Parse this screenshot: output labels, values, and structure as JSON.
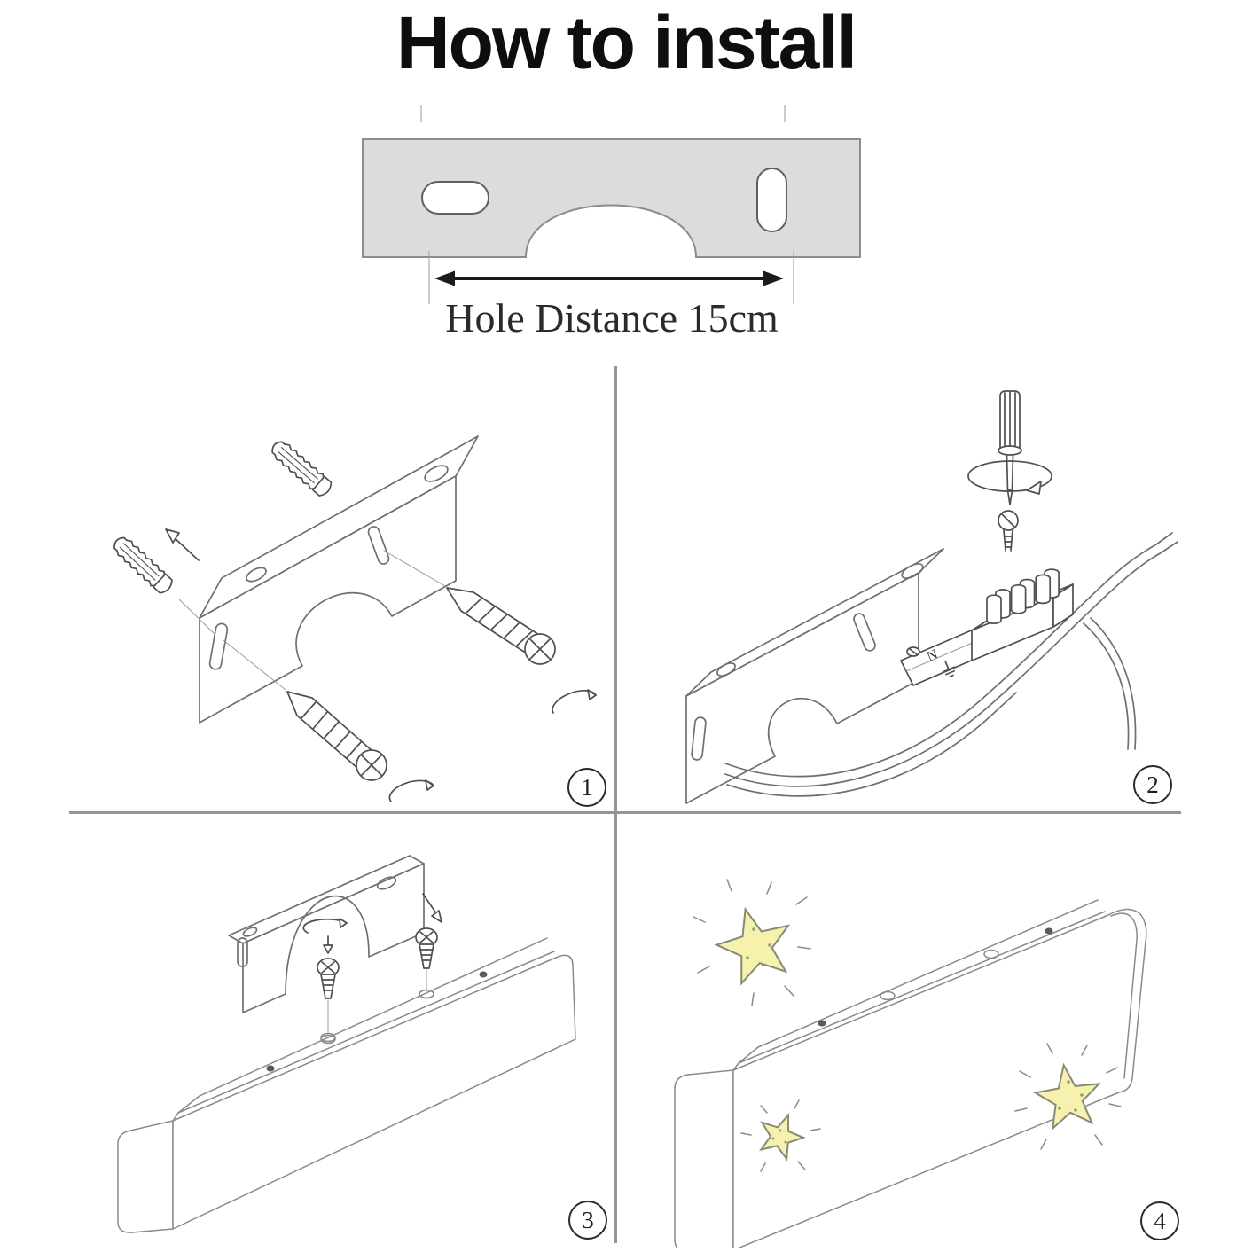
{
  "title": "How to install",
  "diagram": {
    "hole_distance_label": "Hole Distance 15cm"
  },
  "terminal": {
    "neutral_label": "N"
  },
  "steps": [
    {
      "number": "1",
      "icon": "bracket-with-wall-anchors-and-screws"
    },
    {
      "number": "2",
      "icon": "wire-terminal-block-and-screwdriver"
    },
    {
      "number": "3",
      "icon": "attach-lamp-body-with-screws"
    },
    {
      "number": "4",
      "icon": "installed-lamp-glowing-stars"
    }
  ],
  "colors": {
    "plate_fill": "#dcdcdc",
    "star_fill": "#f6f1ad",
    "divider": "#959595",
    "line": "#6f6f6f",
    "lamp_line": "#8a8a8a",
    "ink": "#1b1b1b"
  }
}
